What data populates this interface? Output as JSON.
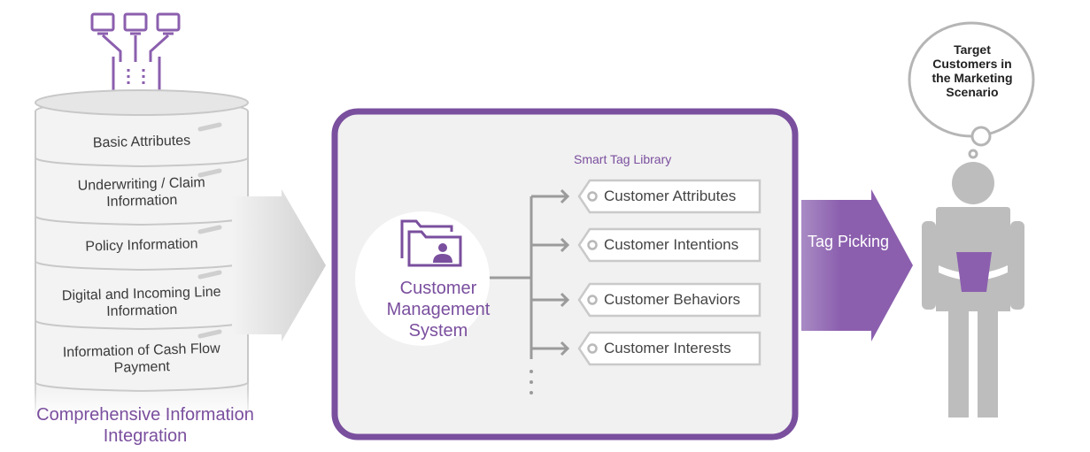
{
  "data_stack": {
    "layers": [
      "Basic Attributes",
      "Underwriting / Claim Information",
      "Policy Information",
      "Digital and Incoming Line Information",
      "Information of Cash Flow Payment"
    ],
    "caption": "Comprehensive Information Integration"
  },
  "cms": {
    "title": "Customer Management System",
    "library_title": "Smart Tag Library",
    "tags": [
      "Customer Attributes",
      "Customer Intentions",
      "Customer Behaviors",
      "Customer Interests"
    ]
  },
  "picking": {
    "label": "Tag Picking"
  },
  "target": {
    "bubble_text": "Target Customers in the Marketing Scenario"
  },
  "colors": {
    "accent": "#7a4f9e",
    "arrow_purple": "#8b5fae",
    "gray": "#c9c9c9",
    "panel": "#f1f1f1"
  },
  "icons": {
    "network": "monitors-network-icon",
    "folder": "folder-user-icon",
    "person": "person-holding-cup-icon"
  }
}
